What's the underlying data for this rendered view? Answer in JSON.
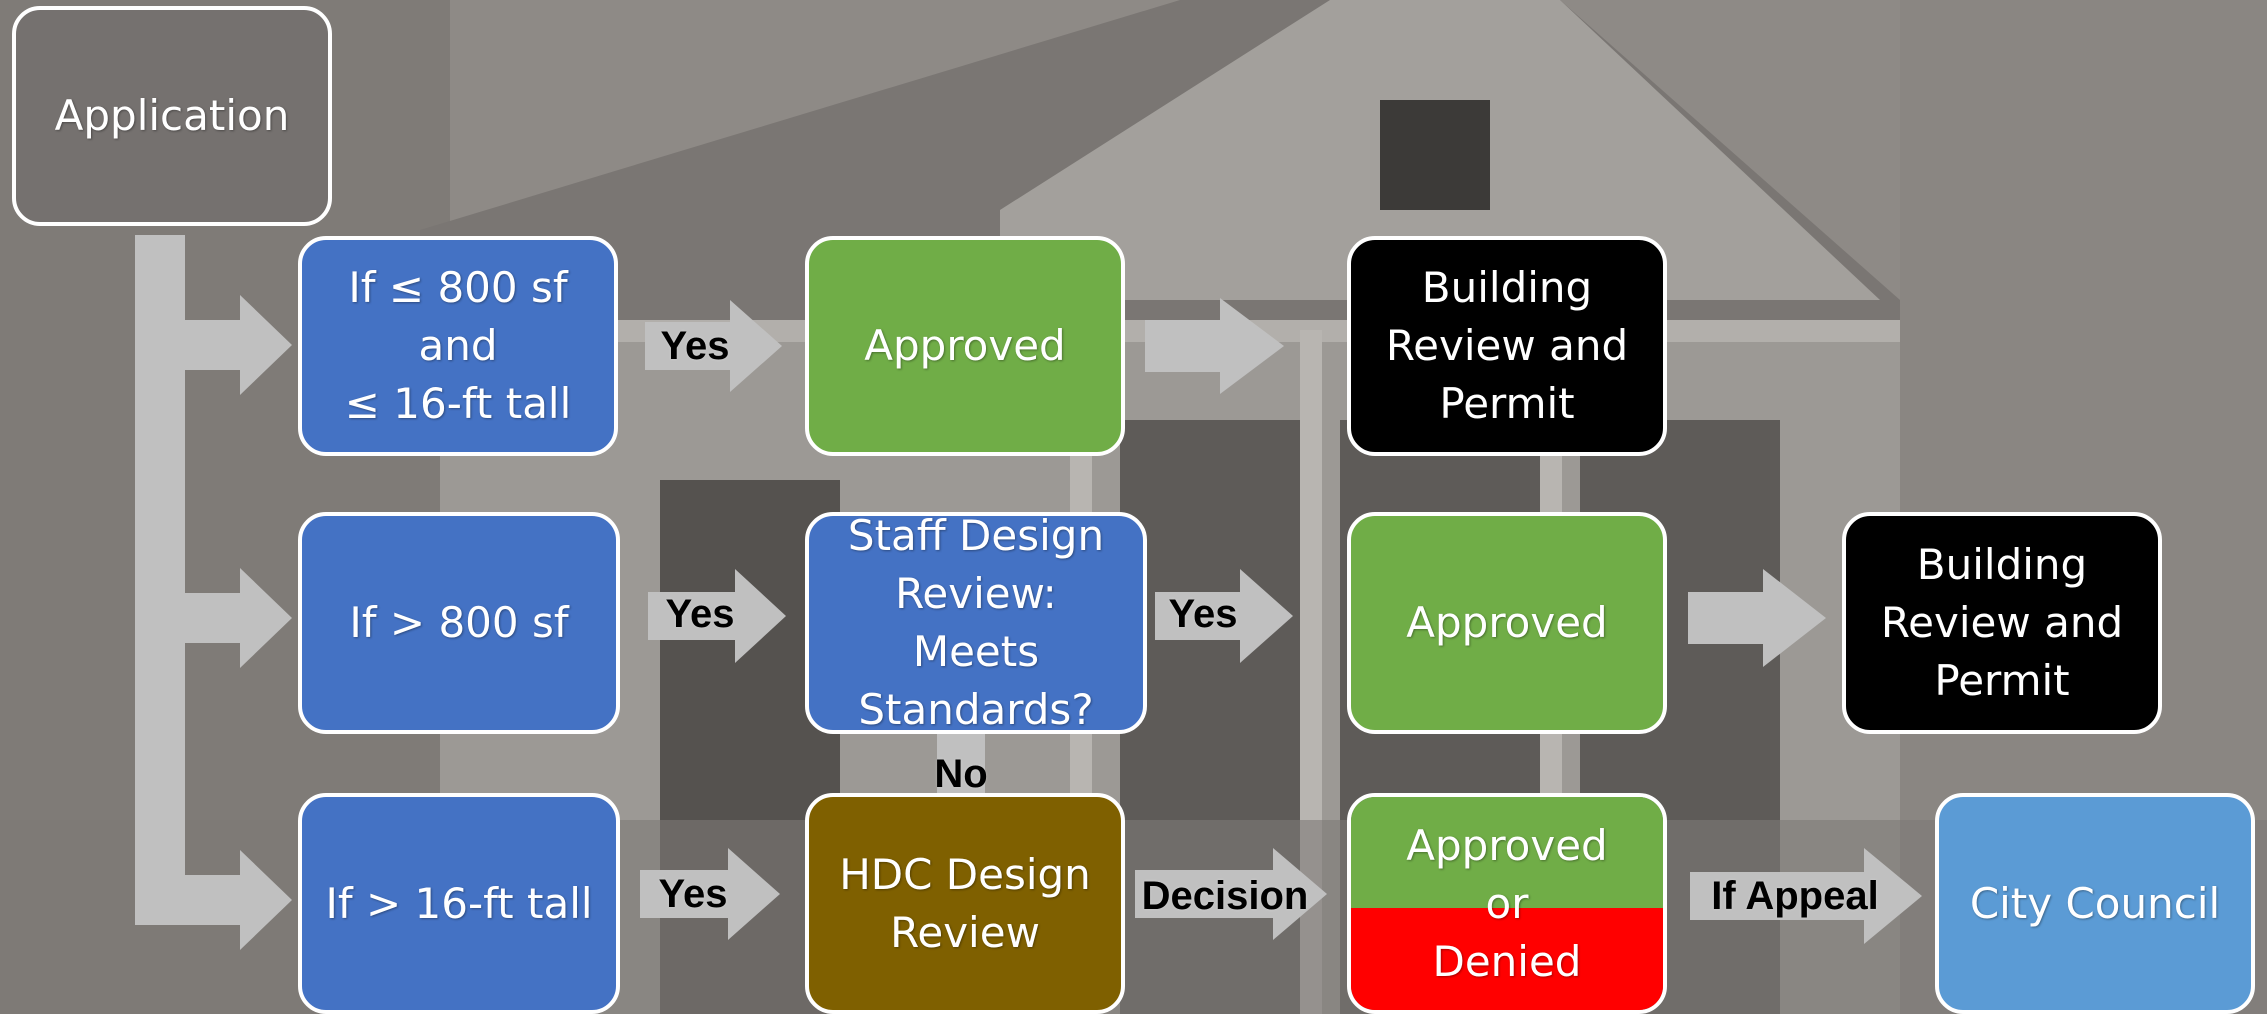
{
  "colors": {
    "gray_box": "#75716f",
    "blue_box": "#4472c4",
    "green_box": "#70ad47",
    "black_box": "#000000",
    "brown_box": "#7f6000",
    "red_box": "#ff0000",
    "council_box": "#5b9bd5",
    "arrow": "#c0c0c0"
  },
  "nodes": {
    "application": "Application",
    "small_condition": "If ≤ 800 sf and\n≤ 16-ft tall",
    "approved_1": "Approved",
    "building_permit_1": "Building\nReview and\nPermit",
    "area_condition": "If > 800 sf",
    "staff_review": "Staff Design\nReview:\nMeets\nStandards?",
    "approved_2": "Approved",
    "building_permit_2": "Building\nReview and\nPermit",
    "height_condition": "If > 16-ft tall",
    "hdc_review": "HDC Design\nReview",
    "approved_or_denied": "Approved\nor\nDenied",
    "city_council": "City Council"
  },
  "edges": {
    "yes_1": "Yes",
    "yes_2": "Yes",
    "yes_3": "Yes",
    "yes_4": "Yes",
    "no": "No",
    "decision": "Decision",
    "if_appeal": "If Appeal"
  }
}
